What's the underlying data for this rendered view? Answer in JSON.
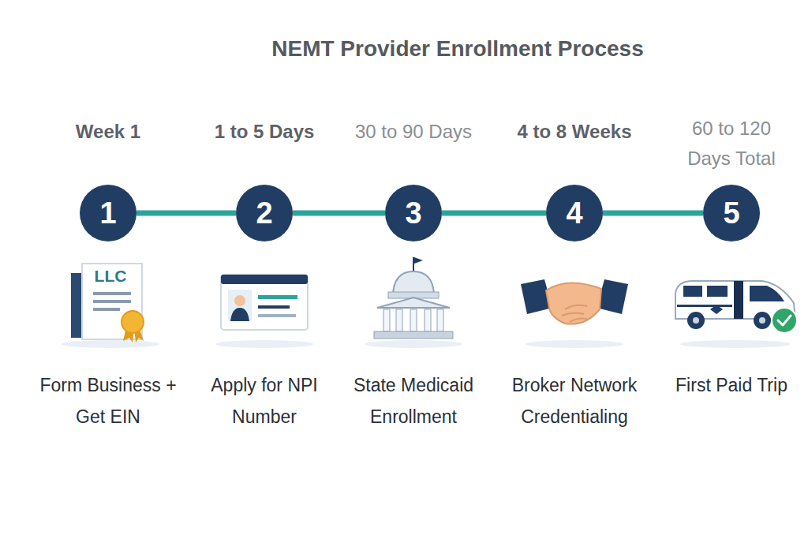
{
  "diagram": {
    "title": "NEMT Provider Enrollment Process",
    "nodes": [
      {
        "text": [
          "Week 1",
          "1",
          "Form Business + Get EIN"
        ]
      },
      {
        "text": [
          "1 to 5 Days",
          "2",
          "Apply for NPI Number"
        ]
      },
      {
        "text": [
          "30 to 90 Days",
          "3",
          "State Medicaid Enrollment"
        ]
      },
      {
        "text": [
          "4 to 8 Weeks",
          "4",
          "Broker Network Credentialing"
        ]
      },
      {
        "text": [
          "60 to 120 Days Total",
          "5",
          "First Paid Trip"
        ]
      }
    ],
    "edges": [
      {
        "from": 0,
        "to": 1,
        "arrow": "none"
      },
      {
        "from": 1,
        "to": 2,
        "arrow": "none"
      },
      {
        "from": 2,
        "to": 3,
        "arrow": "none"
      },
      {
        "from": 3,
        "to": 4,
        "arrow": "none"
      }
    ],
    "labels": [
      "LLC"
    ]
  }
}
